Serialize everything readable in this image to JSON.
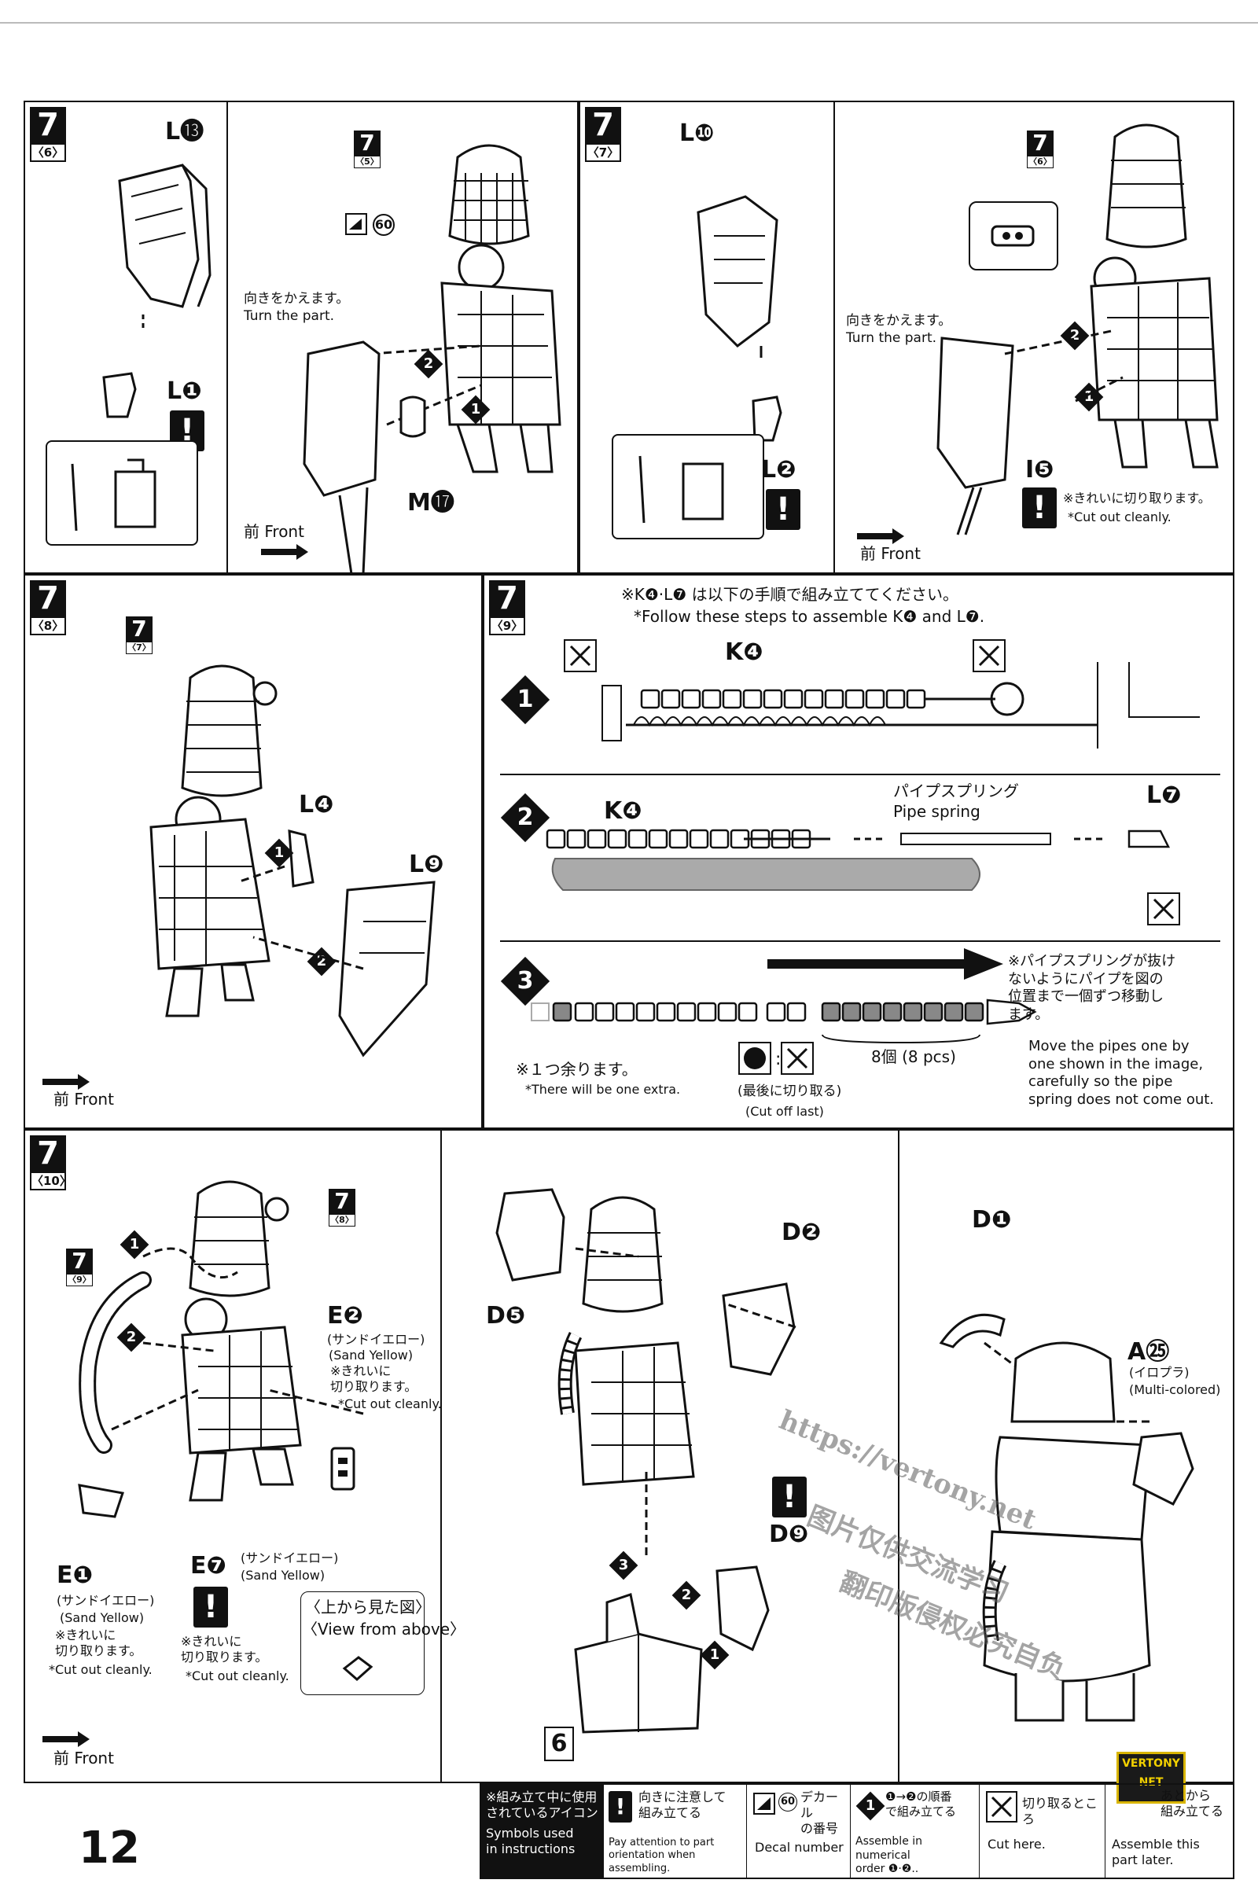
{
  "page": {
    "number": "12"
  },
  "panel_a": {
    "step": "7",
    "sub": "〈6〉",
    "part_top": "L⓭",
    "part_small": "L❶",
    "turn_jp": "向きをかえます。",
    "turn_en": "Turn the part.",
    "ref_step": "7",
    "ref_sub": "〈5〉",
    "decal": "60",
    "part_m": "M⓱",
    "front": "前 Front",
    "arrow1": "1",
    "arrow2": "2"
  },
  "panel_b": {
    "step": "7",
    "sub": "〈7〉",
    "part_top": "L❿",
    "part_small": "L❷",
    "turn_jp": "向きをかえます。",
    "turn_en": "Turn the part.",
    "ref_step": "7",
    "ref_sub": "〈6〉",
    "part_i": "I❺",
    "cut_jp": "※きれいに切り取ります。",
    "cut_en": "*Cut out cleanly.",
    "front": "前 Front",
    "arrow1": "1",
    "arrow2": "2"
  },
  "panel_c": {
    "step": "7",
    "sub": "〈8〉",
    "ref_step": "7",
    "ref_sub": "〈7〉",
    "part_a": "L❹",
    "part_b": "L❾",
    "front": "前 Front",
    "arrow1": "1",
    "arrow2": "2"
  },
  "panel_d": {
    "step": "7",
    "sub": "〈9〉",
    "heading_jp": "※K❹·L❼ は以下の手順で組み立ててください。",
    "heading_en": "*Follow these steps to assemble K❹ and L❼.",
    "s1": "1",
    "s2": "2",
    "s3": "3",
    "k4_1": "K❹",
    "k4_2": "K❹",
    "spring_jp": "パイプスプリング",
    "spring_en": "Pipe spring",
    "l7": "L❼",
    "extra_jp": "※１つ余ります。",
    "extra_en": "*There will be one extra.",
    "last_jp": "(最後に切り取る)",
    "last_en": "(Cut off last)",
    "count": "8個 (8 pcs)",
    "move_jp": "※パイプスプリングが抜け\nないようにパイプを図の\n位置まで一個ずつ移動し\nます。",
    "move_en": "Move the pipes one by\none shown in the image,\ncarefully so the pipe\nspring does not come out."
  },
  "panel_e": {
    "step": "7",
    "sub": "〈10〉",
    "ref_a_step": "7",
    "ref_a_sub": "〈8〉",
    "ref_b_step": "7",
    "ref_b_sub": "〈9〉",
    "e2": "E❷",
    "e2_jp": "(サンドイエロー)",
    "e2_en": "(Sand Yellow)",
    "e2_cut_jp": "※きれいに\n切り取ります。",
    "e2_cut_en": "*Cut out cleanly.",
    "e1": "E❶",
    "e1_jp": "(サンドイエロー)",
    "e1_en": "(Sand Yellow)",
    "e1_cut_jp": "※きれいに\n切り取ります。",
    "e1_cut_en": "*Cut out cleanly.",
    "e7": "E❼",
    "e7_jp": "(サンドイエロー)",
    "e7_en": "(Sand Yellow)",
    "e7_cut_jp": "※きれいに\n切り取ります。",
    "e7_cut_en": "*Cut out cleanly.",
    "view_jp": "〈上から見た図〉",
    "view_en": "〈View from above〉",
    "d2": "D❷",
    "d5": "D❺",
    "d9": "D❾",
    "six": "6",
    "d1": "D❶",
    "a25": "A㉕",
    "a25_jp": "(イロプラ)",
    "a25_en": "(Multi-colored)",
    "front": "前 Front",
    "arrow1": "1",
    "arrow2": "2",
    "arrow3": "3"
  },
  "legend": {
    "title_jp": "※組み立て中に使用\nされているアイコン",
    "title_en": "Symbols used\nin instructions",
    "attn_jp": "向きに注意して\n組み立てる",
    "attn_en": "Pay attention to part\norientation when assembling.",
    "decal_jp": "デカール\nの番号",
    "decal_en": "Decal number",
    "decal_num": "60",
    "order_jp": "❶→❷の順番\nで組み立てる",
    "order_en": "Assemble in numerical\norder ❶·❷..",
    "cut_jp": "切り取るところ",
    "cut_en": "Cut here.",
    "later_jp": "あとから\n組み立てる",
    "later_en": "Assemble this\npart later."
  },
  "watermark": {
    "url": "https://vertony.net",
    "line1": "图片仅供交流学习",
    "line2": "翻印版侵权必究自负"
  },
  "logo": {
    "text": "VERTONY\nNET"
  }
}
